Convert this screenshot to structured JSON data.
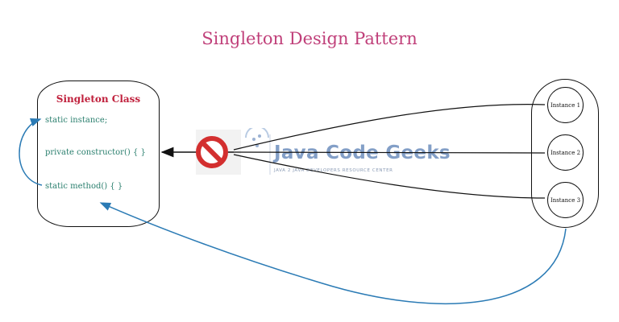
{
  "title": "Singleton Design Pattern",
  "class_box": {
    "title": "Singleton Class",
    "members": [
      "static instance;",
      "private constructor() { }",
      "static method() { }"
    ]
  },
  "instances": [
    "Instance 1",
    "Instance 2",
    "Instance 3"
  ],
  "watermark": {
    "name": "Java Code Geeks",
    "tagline": "JAVA 2 JAVA DEVELOPERS RESOURCE CENTER",
    "icon": "no-entry-sign-icon"
  },
  "colors": {
    "title": "#c0407a",
    "class_title": "#c0203c",
    "member_text": "#2a7f6e",
    "curve_arrow": "#2b7bb5",
    "line": "#111111",
    "no_sign": "#d32f2f"
  }
}
